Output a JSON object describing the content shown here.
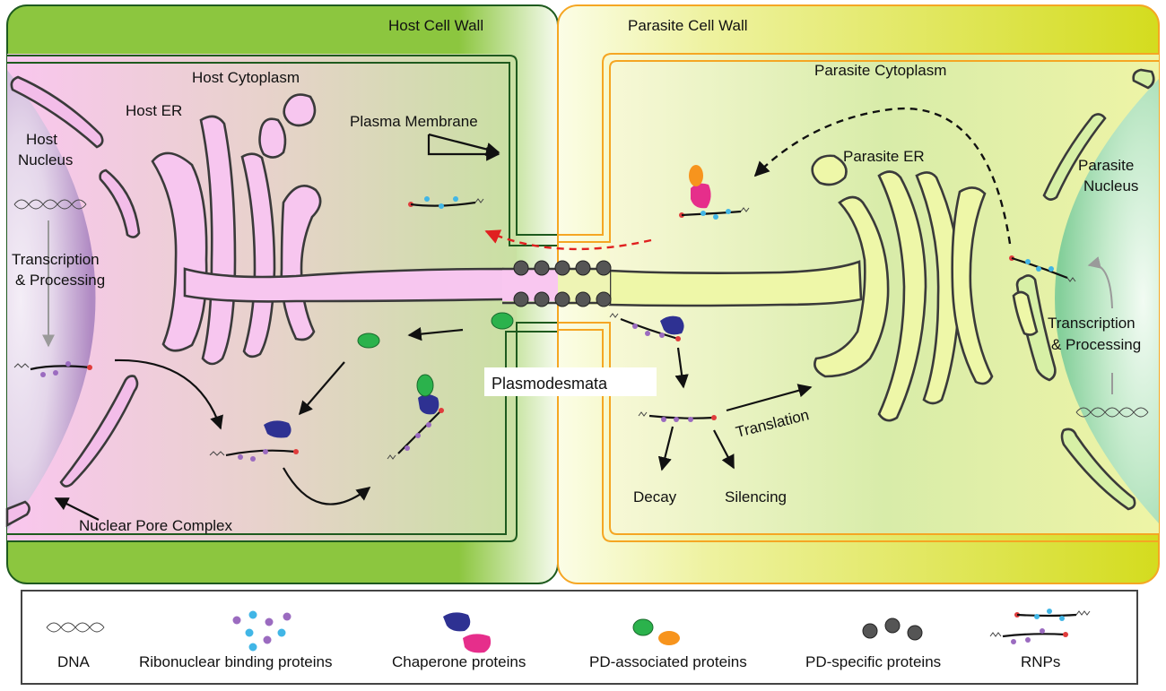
{
  "labels": {
    "host_cell_wall": "Host Cell Wall",
    "parasite_cell_wall": "Parasite Cell Wall",
    "host_cytoplasm": "Host Cytoplasm",
    "parasite_cytoplasm": "Parasite Cytoplasm",
    "host_er": "Host ER",
    "parasite_er": "Parasite ER",
    "host_nucleus_line1": "Host",
    "host_nucleus_line2": "Nucleus",
    "parasite_nucleus_line1": "Parasite",
    "parasite_nucleus_line2": "Nucleus",
    "plasma_membrane": "Plasma Membrane",
    "plasmodesmata": "Plasmodesmata",
    "nuclear_pore_complex": "Nuclear Pore Complex",
    "host_transcription_line1": "Transcription",
    "host_transcription_line2": "& Processing",
    "parasite_transcription_line1": "Transcription",
    "parasite_transcription_line2": "& Processing",
    "translation": "Translation",
    "decay": "Decay",
    "silencing": "Silencing"
  },
  "legend": {
    "items": [
      {
        "label": "DNA",
        "icon": "dna-icon"
      },
      {
        "label": "Ribonuclear binding proteins",
        "icon": "rbp-icon"
      },
      {
        "label": "Chaperone proteins",
        "icon": "chaperone-icon"
      },
      {
        "label": "PD-associated proteins",
        "icon": "pd-associated-icon"
      },
      {
        "label": "PD-specific proteins",
        "icon": "pd-specific-icon"
      },
      {
        "label": "RNPs",
        "icon": "rnp-icon"
      }
    ]
  },
  "colors": {
    "host_wall": "#8cc63f",
    "parasite_wall": "#d4dc1e",
    "host_cytoplasm": "#f7c7ea",
    "parasite_cytoplasm": "#e8f3b0",
    "host_er": "#f7c6ef",
    "parasite_er": "#eef7a8",
    "host_nucleus": "#b58fc6",
    "parasite_nucleus": "#8fd3a6",
    "rbp_purple": "#9b6bc0",
    "rbp_cyan": "#41b6e6",
    "chaperone_blue": "#2e3192",
    "chaperone_magenta": "#e62e8b",
    "pd_green": "#2bb24c",
    "pd_orange": "#f7941d",
    "rna_cap": "#e03c3c",
    "red_dashed_arrow": "#e02020"
  }
}
